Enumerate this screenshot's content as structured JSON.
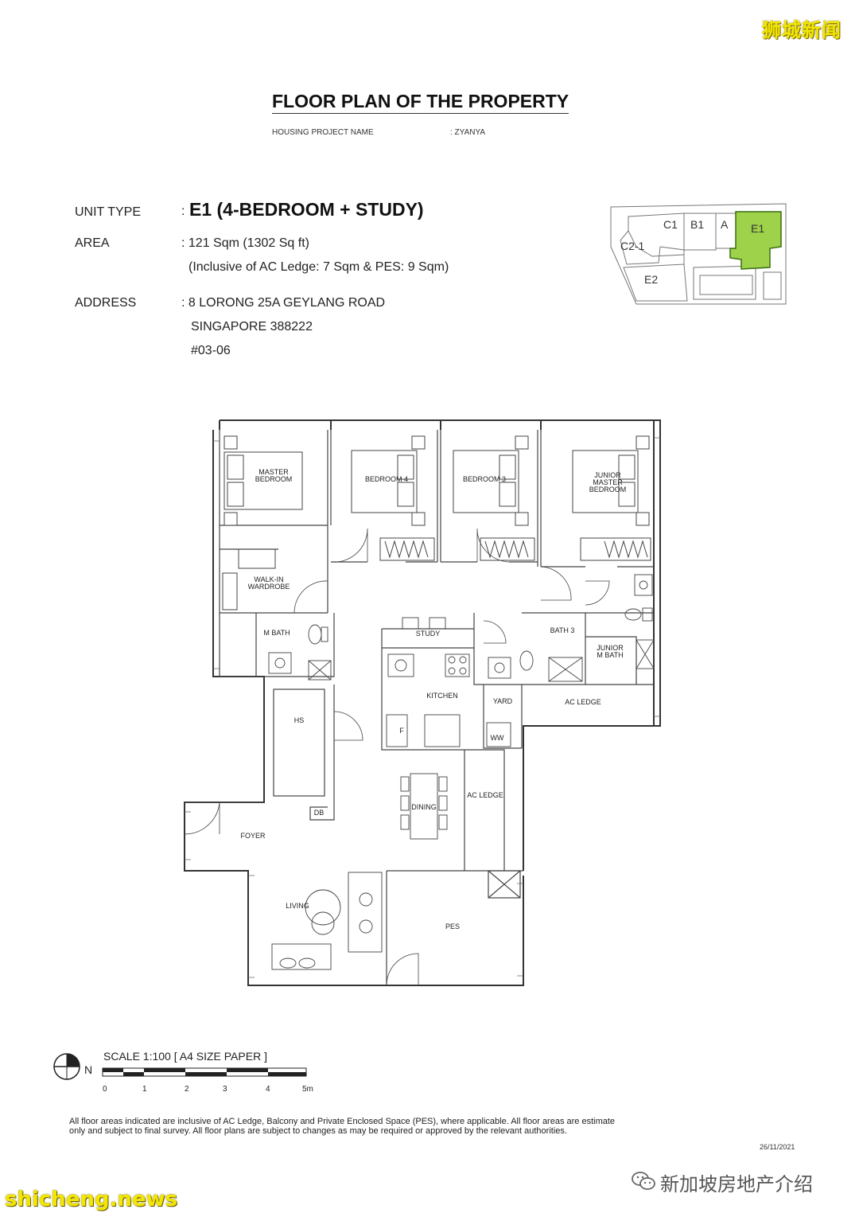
{
  "watermarks": {
    "top_right": "狮城新闻",
    "bottom_right": "新加坡房地产介绍",
    "bottom_left": "shicheng.news"
  },
  "header": {
    "title": "FLOOR PLAN OF THE PROPERTY",
    "project_label": "HOUSING PROJECT NAME",
    "project_value": ": ZYANYA"
  },
  "unit": {
    "type_label": "UNIT TYPE",
    "type_colon": ":",
    "type_value": "E1  (4-BEDROOM + STUDY)",
    "area_label": "AREA",
    "area_value": ": 121 Sqm (1302 Sq ft)",
    "area_note": "(Inclusive of AC Ledge: 7 Sqm & PES: 9 Sqm)",
    "address_label": "ADDRESS",
    "address_line1": ": 8 LORONG 25A GEYLANG ROAD",
    "address_line2": "SINGAPORE 388222",
    "address_line3": "#03-06"
  },
  "keyplan": {
    "units": [
      "C1",
      "B1",
      "A",
      "E1",
      "C2-1",
      "E2"
    ],
    "highlight": "E1",
    "highlight_color": "#9ed24a"
  },
  "rooms": {
    "master_bedroom": [
      "MASTER",
      "BEDROOM"
    ],
    "bedroom4": "BEDROOM 4",
    "bedroom3": "BEDROOM 3",
    "junior_master": [
      "JUNIOR",
      "MASTER",
      "BEDROOM"
    ],
    "walk_in": [
      "WALK-IN",
      "WARDROBE"
    ],
    "m_bath": "M BATH",
    "study": "STUDY",
    "bath3": "BATH 3",
    "junior_m_bath": [
      "JUNIOR",
      "M BATH"
    ],
    "kitchen": "KITCHEN",
    "yard": "YARD",
    "ac_ledge_top": "AC LEDGE",
    "hs": "HS",
    "ww": "WW",
    "f": "F",
    "db": "DB",
    "dining": "DINING",
    "ac_ledge_mid": "AC LEDGE",
    "foyer": "FOYER",
    "living": "LIVING",
    "pes": "PES"
  },
  "scale": {
    "compass_label": "N",
    "title": "SCALE 1:100 [ A4 SIZE PAPER ]",
    "ticks": [
      "0",
      "1",
      "2",
      "3",
      "4",
      "5m"
    ]
  },
  "footer": {
    "disclaimer": "All floor areas indicated are inclusive of AC Ledge, Balcony and Private Enclosed Space (PES), where applicable. All floor areas are estimate only and subject to final survey. All floor plans are subject to changes as may be required or approved by the relevant authorities.",
    "date": "26/11/2021"
  }
}
